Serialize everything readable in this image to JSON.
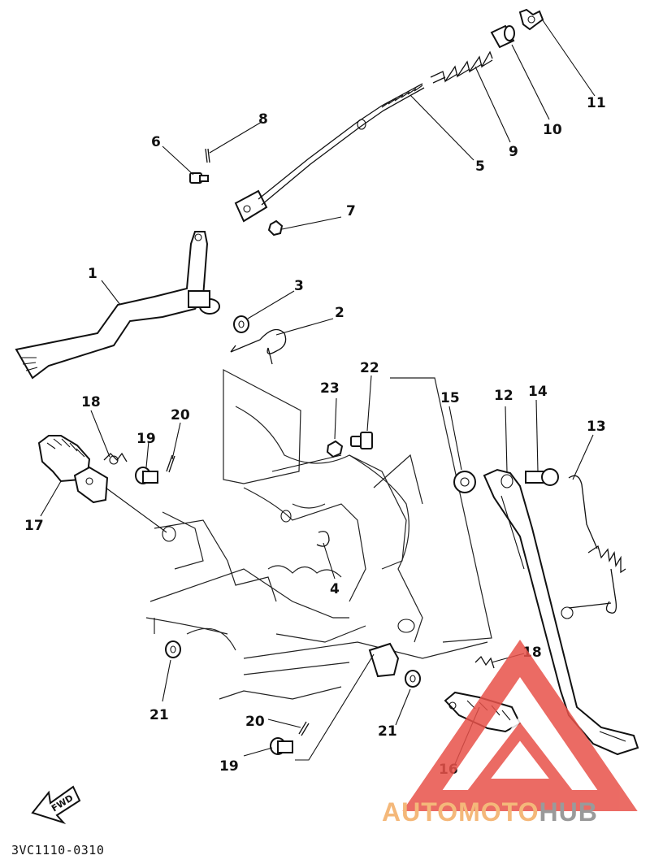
{
  "catalog_number": "3VC1110-0310",
  "fwd_label": "FWD",
  "watermark": {
    "part1": "AUTO",
    "part2": "MOTO",
    "part3": "HUB",
    "color_orange": "#f4b87a",
    "color_gray": "#9a9a9a",
    "color_red": "#e8524a"
  },
  "callouts": {
    "c1": "1",
    "c2": "2",
    "c3": "3",
    "c4": "4",
    "c5": "5",
    "c6": "6",
    "c7": "7",
    "c8": "8",
    "c9": "9",
    "c10": "10",
    "c11": "11",
    "c12": "12",
    "c13": "13",
    "c14": "14",
    "c15": "15",
    "c16": "16",
    "c17": "17",
    "c18a": "18",
    "c18b": "18",
    "c19a": "19",
    "c19b": "19",
    "c20a": "20",
    "c20b": "20",
    "c21a": "21",
    "c21b": "21",
    "c22": "22",
    "c23": "23"
  }
}
